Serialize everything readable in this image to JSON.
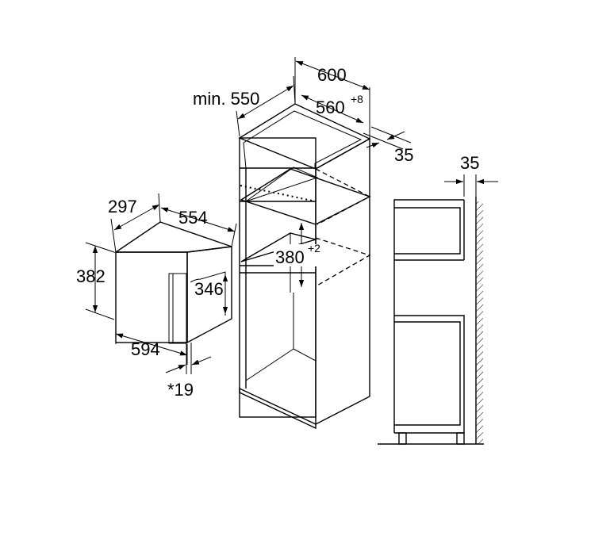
{
  "dimensions": {
    "appliance_depth": "297",
    "appliance_width": "554",
    "appliance_height": "382",
    "appliance_front_height": "346",
    "appliance_front_width": "594",
    "front_offset": "*19",
    "cabinet_min_depth": "min. 550",
    "cabinet_width": "600",
    "niche_width": "560",
    "niche_width_tolerance": "+8",
    "side_wall": "35",
    "niche_height": "380",
    "niche_height_tolerance": "+2",
    "side_view_gap": "35"
  },
  "colors": {
    "line": "#000000",
    "background": "#ffffff"
  }
}
